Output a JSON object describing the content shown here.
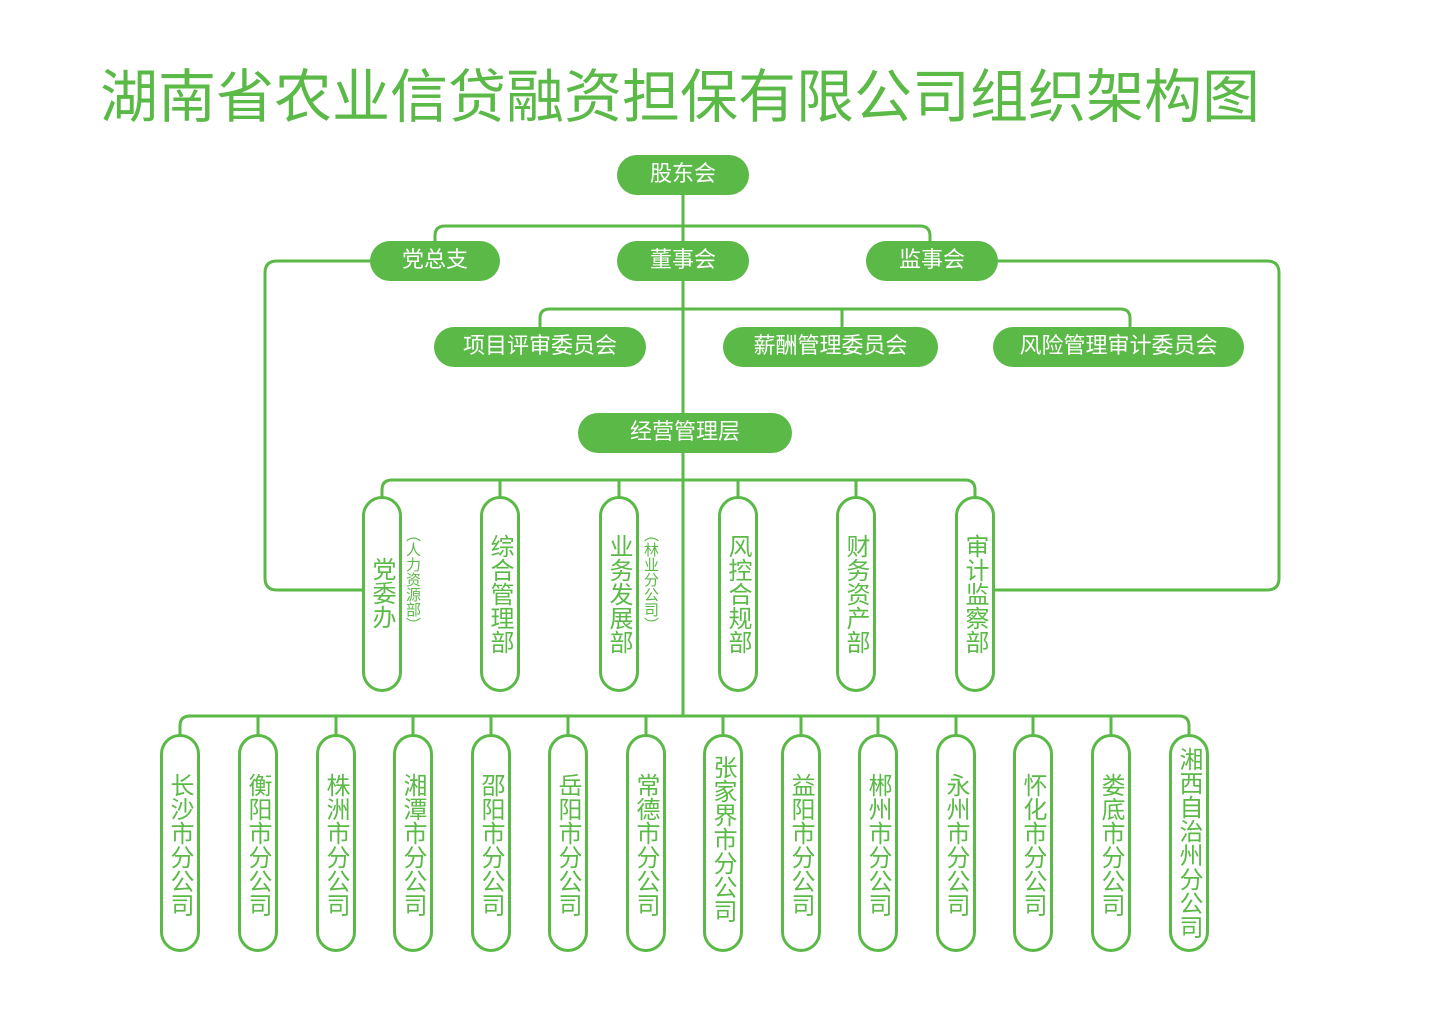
{
  "title": "湖南省农业信贷融资担保有限公司组织架构图",
  "colors": {
    "primary": "#5bb947",
    "line": "#5bb947",
    "background": "#ffffff"
  },
  "top": {
    "shareholders": "股东会",
    "party_branch": "党总支",
    "board": "董事会",
    "supervisors": "监事会"
  },
  "committees": [
    "项目评审委员会",
    "薪酬管理委员会",
    "风险管理审计委员会"
  ],
  "management": "经营管理层",
  "departments": [
    {
      "name": "党委办",
      "note": "（人力资源部）"
    },
    {
      "name": "综合管理部",
      "note": ""
    },
    {
      "name": "业务发展部",
      "note": "（林业分公司）"
    },
    {
      "name": "风控合规部",
      "note": ""
    },
    {
      "name": "财务资产部",
      "note": ""
    },
    {
      "name": "审计监察部",
      "note": ""
    }
  ],
  "branches": [
    "长沙市分公司",
    "衡阳市分公司",
    "株洲市分公司",
    "湘潭市分公司",
    "邵阳市分公司",
    "岳阳市分公司",
    "常德市分公司",
    "张家界市分公司",
    "益阳市分公司",
    "郴州市分公司",
    "永州市分公司",
    "怀化市分公司",
    "娄底市分公司",
    "湘西自治州分公司"
  ]
}
